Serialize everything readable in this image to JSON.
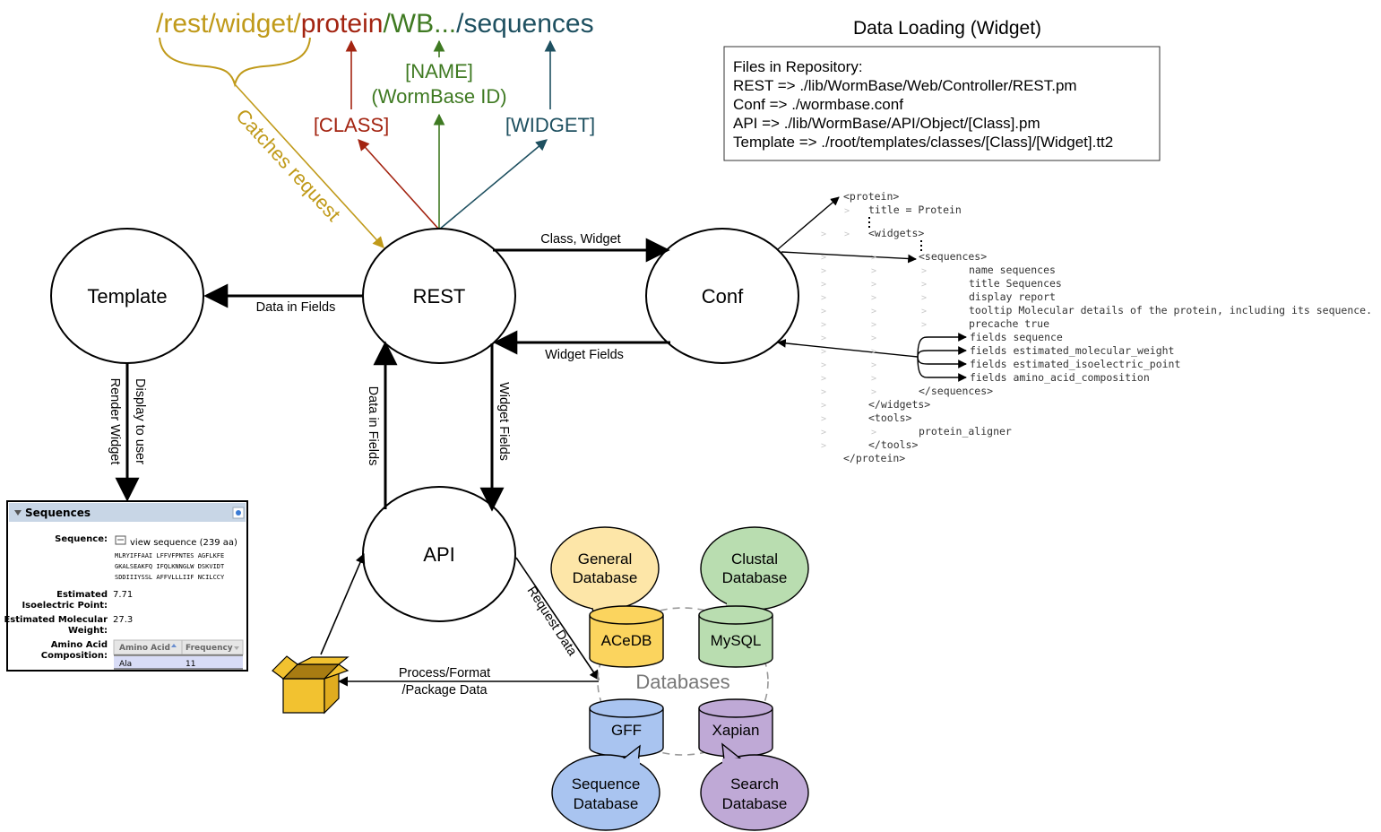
{
  "url": {
    "rest": "/rest/widget/",
    "class": "protein",
    "name": "/WB...",
    "widget": "/sequences"
  },
  "url_labels": {
    "catches": "Catches request",
    "class": "[CLASS]",
    "name_1": "[NAME]",
    "name_2": "(WormBase ID)",
    "widget": "[WIDGET]"
  },
  "title": "Data Loading (Widget)",
  "files_box": [
    "Files in Repository:",
    "REST => ./lib/WormBase/Web/Controller/REST.pm",
    "Conf => ./wormbase.conf",
    "API => ./lib/WormBase/API/Object/[Class].pm",
    "Template => ./root/templates/classes/[Class]/[Widget].tt2"
  ],
  "nodes": {
    "template": "Template",
    "rest": "REST",
    "conf": "Conf",
    "api": "API"
  },
  "edges": {
    "class_widget": "Class, Widget",
    "data_in_fields_h": "Data in Fields",
    "widget_fields_h": "Widget Fields",
    "data_in_fields_v": "Data in Fields",
    "widget_fields_v": "Widget Fields",
    "display_to_user": "Display to user",
    "render_widget": "Render Widget",
    "request_data": "Request Data",
    "process_1": "Process/Format",
    "process_2": "/Package Data"
  },
  "conf_code": [
    "<protein>",
    "title = Protein",
    "<widgets>",
    "<sequences>",
    "name   sequences",
    "title  Sequences",
    "display report",
    "tooltip Molecular details of the protein, including its sequence.",
    "precache true",
    "fields sequence",
    "fields estimated_molecular_weight",
    "fields estimated_isoelectric_point",
    "fields amino_acid_composition",
    "</sequences>",
    "</widgets>",
    "<tools>",
    "protein_aligner",
    "</tools>",
    "</protein>"
  ],
  "widget_panel": {
    "title": "Sequences",
    "sequence_label": "Sequence:",
    "view_link": "view sequence (239 aa)",
    "seq_lines": [
      "MLRYIFFAAI LFFVFPNTES AGFLKFE",
      "GKALSEAKFQ IFQLKNNGLW DSKVIDT",
      "SDDIIIYSSL AFFVLLLIIF NCILCCY"
    ],
    "pi_label_1": "Estimated",
    "pi_label_2": "Isoelectric Point:",
    "pi_value": "7.71",
    "mw_label_1": "Estimated Molecular",
    "mw_label_2": "Weight:",
    "mw_value": "27.3",
    "aa_label_1": "Amino Acid",
    "aa_label_2": "Composition:",
    "col1": "Amino Acid",
    "col2": "Frequency",
    "row_aa": "Ala",
    "row_freq": "11"
  },
  "databases": {
    "center_label": "Databases",
    "acedb": "ACeDB",
    "mysql": "MySQL",
    "gff": "GFF",
    "xapian": "Xapian",
    "general_1": "General",
    "general_2": "Database",
    "clustal_1": "Clustal",
    "clustal_2": "Database",
    "sequence_1": "Sequence",
    "sequence_2": "Database",
    "search_1": "Search",
    "search_2": "Database"
  },
  "colors": {
    "rest": "#c09a1a",
    "class": "#a32411",
    "name": "#3f7a22",
    "widget": "#1e5060",
    "yellow_db": "#fbd45e",
    "yellow_bubble": "#fde6a8",
    "green_db": "#b9ddb0",
    "blue_db": "#a9c4f0",
    "purple_db": "#bfa9d6",
    "package": "#f2c230"
  }
}
